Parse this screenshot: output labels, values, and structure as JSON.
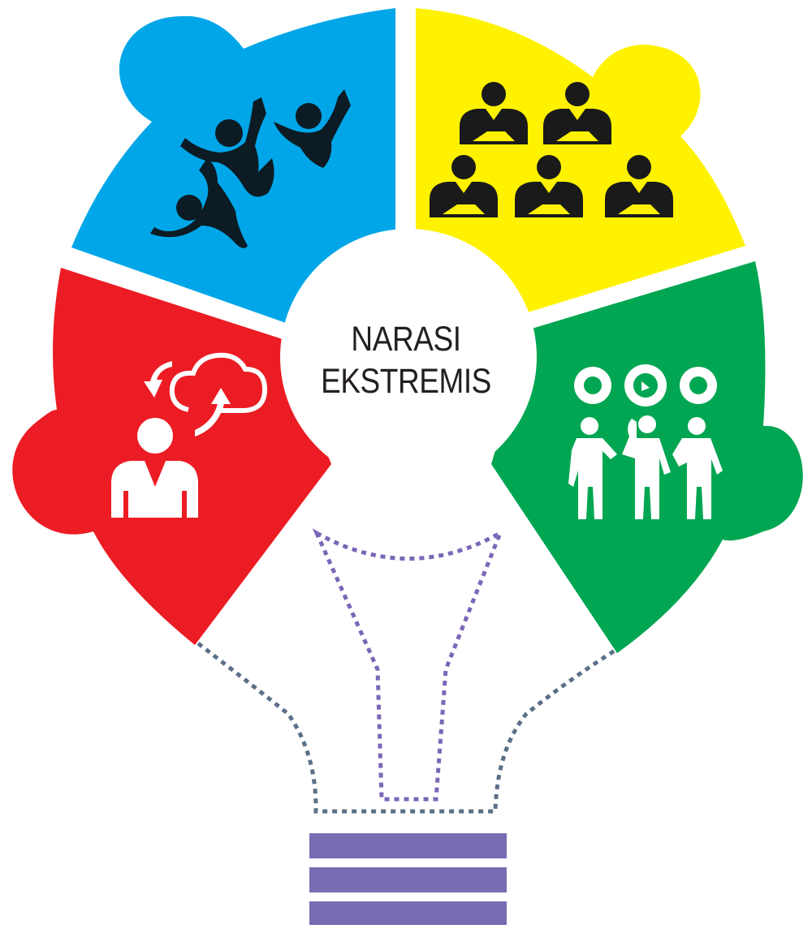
{
  "center": {
    "line1": "NARASI",
    "line2": "EKSTREMIS"
  },
  "segments": [
    {
      "id": "blue",
      "color": "#00a6e8",
      "icon": "falling-people-icon"
    },
    {
      "id": "yellow",
      "color": "#fff200",
      "icon": "group-of-people-icon"
    },
    {
      "id": "green",
      "color": "#00a651",
      "icon": "team-with-gears-icon"
    },
    {
      "id": "red",
      "color": "#ec1c24",
      "icon": "person-with-thought-cloud-icon"
    }
  ],
  "bulb": {
    "outline_color": "#5b7087",
    "filament_color": "#7b66b8",
    "base_color": "#776db2"
  }
}
